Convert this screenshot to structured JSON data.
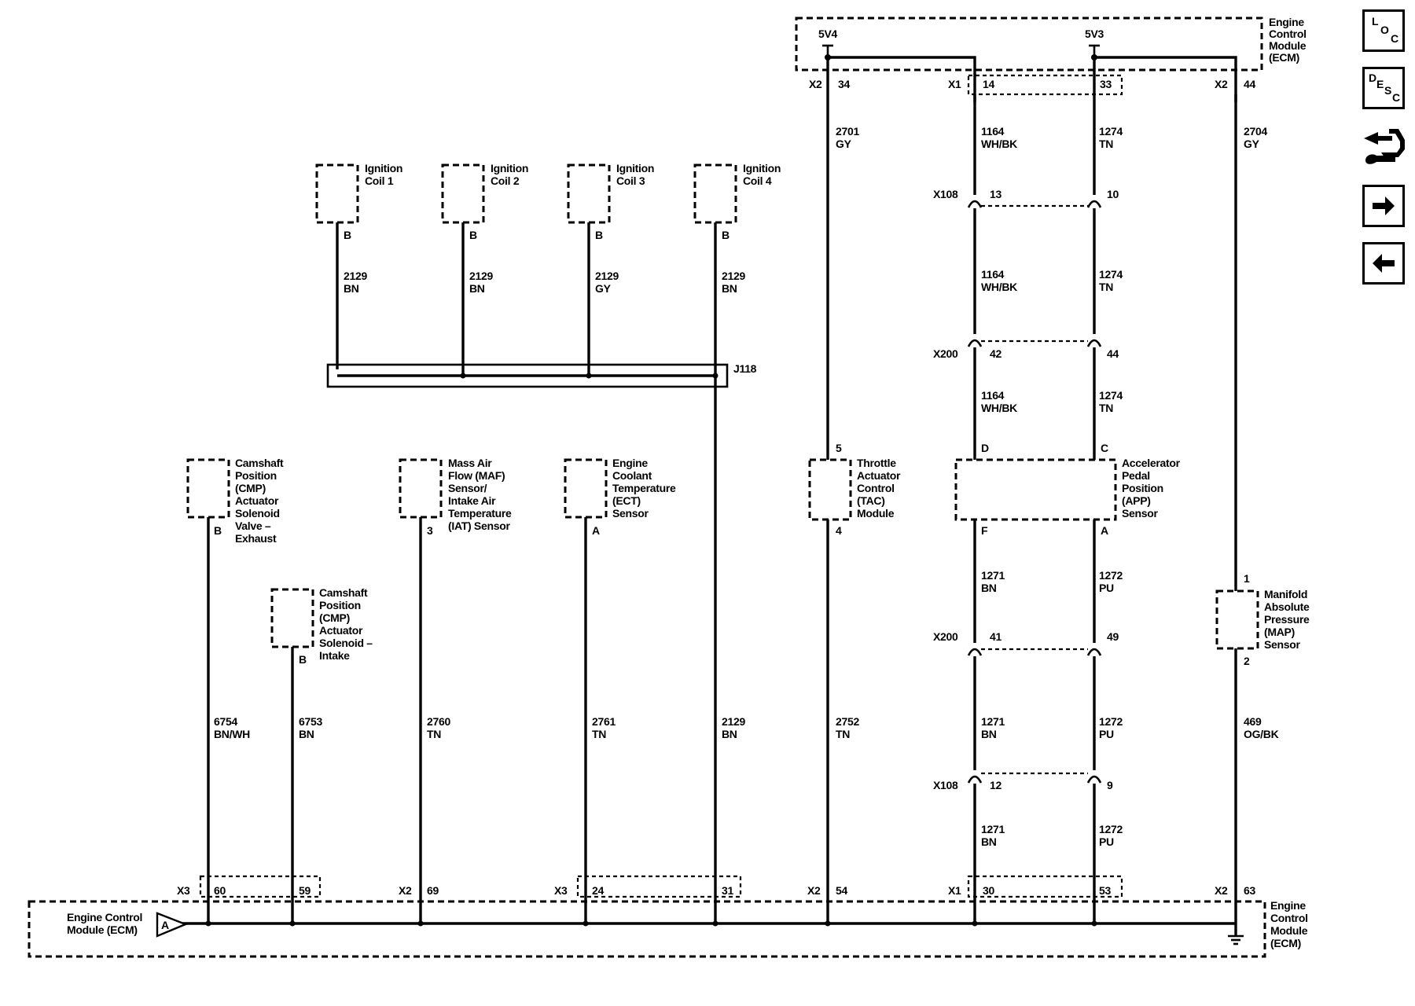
{
  "ecm_label": [
    "Engine",
    "Control",
    "Module",
    "(ECM)"
  ],
  "ecm_bottom_label": [
    "Engine Control",
    "Module (ECM)"
  ],
  "offpage_ref": "A",
  "supplies": [
    {
      "id": "5v4",
      "label": "5V4",
      "conn": "X2",
      "pin": "34",
      "circuit": "2701",
      "color": "GY"
    },
    {
      "id": "5v3",
      "label": "5V3",
      "conn": "",
      "pin": "33",
      "circuit": "1274",
      "color": "TN"
    }
  ],
  "ecm_top_pins": [
    {
      "conn": "X1",
      "pin": "14"
    },
    {
      "conn": "X2",
      "pin": "44"
    }
  ],
  "ignition_coils": [
    {
      "name": [
        "Ignition",
        "Coil 1"
      ],
      "pin": "B",
      "circuit": "2129",
      "color": "BN"
    },
    {
      "name": [
        "Ignition",
        "Coil 2"
      ],
      "pin": "B",
      "circuit": "2129",
      "color": "BN"
    },
    {
      "name": [
        "Ignition",
        "Coil 3"
      ],
      "pin": "B",
      "circuit": "2129",
      "color": "GY"
    },
    {
      "name": [
        "Ignition",
        "Coil 4"
      ],
      "pin": "B",
      "circuit": "2129",
      "color": "BN"
    }
  ],
  "splice": "J118",
  "sensors": {
    "cmp_exhaust": {
      "name": [
        "Camshaft",
        "Position",
        "(CMP)",
        "Actuator",
        "Solenoid",
        "Valve –",
        "Exhaust"
      ],
      "pin": "B"
    },
    "cmp_intake": {
      "name": [
        "Camshaft",
        "Position",
        "(CMP)",
        "Actuator",
        "Solenoid –",
        "Intake"
      ],
      "pin": "B"
    },
    "maf": {
      "name": [
        "Mass Air",
        "Flow (MAF)",
        "Sensor/",
        "Intake Air",
        "Temperature",
        "(IAT) Sensor"
      ],
      "pin": "3"
    },
    "ect": {
      "name": [
        "Engine",
        "Coolant",
        "Temperature",
        "(ECT)",
        "Sensor"
      ],
      "pin": "A"
    },
    "tac": {
      "name": [
        "Throttle",
        "Actuator",
        "Control",
        "(TAC)",
        "Module"
      ],
      "pin_top": "5",
      "pin_bottom": "4"
    },
    "app": {
      "name": [
        "Accelerator",
        "Pedal",
        "Position",
        "(APP)",
        "Sensor"
      ],
      "pins_top": [
        "D",
        "C"
      ],
      "pins_bottom": [
        "F",
        "A"
      ]
    },
    "map": {
      "name": [
        "Manifold",
        "Absolute",
        "Pressure",
        "(MAP)",
        "Sensor"
      ],
      "pin_top": "1",
      "pin_bottom": "2"
    }
  },
  "wires_lower": [
    {
      "circuit": "6754",
      "color": "BN/WH"
    },
    {
      "circuit": "6753",
      "color": "BN"
    },
    {
      "circuit": "2760",
      "color": "TN"
    },
    {
      "circuit": "2761",
      "color": "TN"
    },
    {
      "circuit": "2129",
      "color": "BN"
    },
    {
      "circuit": "2752",
      "color": "TN"
    },
    {
      "circuit": "2704",
      "color": "GY"
    },
    {
      "circuit": "469",
      "color": "OG/BK"
    }
  ],
  "app_wires": {
    "left_top": [
      {
        "circuit": "1164",
        "color": "WH/BK"
      },
      {
        "circuit": "1164",
        "color": "WH/BK"
      },
      {
        "circuit": "1164",
        "color": "WH/BK"
      }
    ],
    "right_top": [
      {
        "circuit": "1274",
        "color": "TN"
      },
      {
        "circuit": "1274",
        "color": "TN"
      }
    ],
    "left_bottom": [
      {
        "circuit": "1271",
        "color": "BN"
      },
      {
        "circuit": "1271",
        "color": "BN"
      },
      {
        "circuit": "1271",
        "color": "BN"
      }
    ],
    "right_bottom": [
      {
        "circuit": "1272",
        "color": "PU"
      },
      {
        "circuit": "1272",
        "color": "PU"
      },
      {
        "circuit": "1272",
        "color": "PU"
      }
    ]
  },
  "inline_connectors": [
    {
      "name": "X108",
      "pins": [
        "13",
        "10"
      ]
    },
    {
      "name": "X200",
      "pins": [
        "42",
        "44"
      ]
    },
    {
      "name": "X200",
      "pins": [
        "41",
        "49"
      ]
    },
    {
      "name": "X108",
      "pins": [
        "12",
        "9"
      ]
    }
  ],
  "ecm_bottom_pins": [
    {
      "conn": "X3",
      "pin": "60"
    },
    {
      "conn": "",
      "pin": "59"
    },
    {
      "conn": "X2",
      "pin": "69"
    },
    {
      "conn": "X3",
      "pin": "24"
    },
    {
      "conn": "",
      "pin": "31"
    },
    {
      "conn": "X2",
      "pin": "54"
    },
    {
      "conn": "X1",
      "pin": "30"
    },
    {
      "conn": "",
      "pin": "53"
    },
    {
      "conn": "X2",
      "pin": "63"
    }
  ],
  "nav": {
    "loc": [
      "L",
      "O",
      "C"
    ],
    "desc": [
      "D",
      "E",
      "S",
      "C"
    ]
  }
}
